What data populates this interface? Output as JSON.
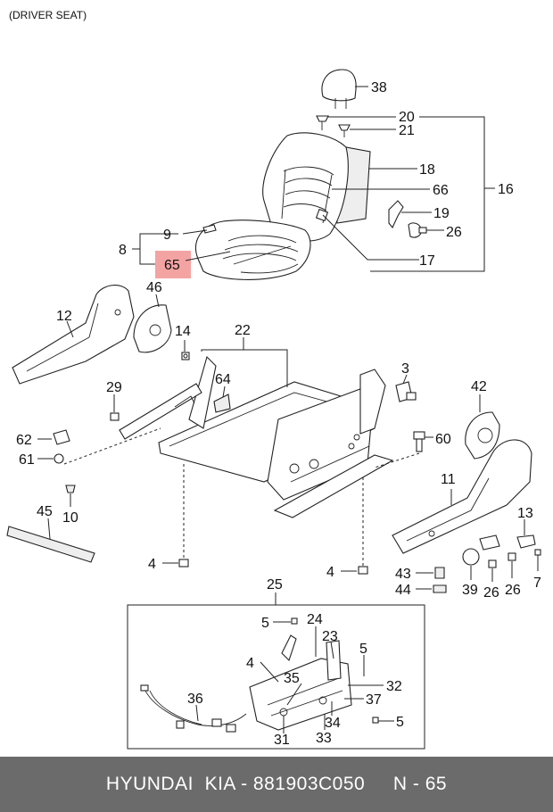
{
  "diagram": {
    "title": "(DRIVER SEAT)",
    "callouts": {
      "c38": "38",
      "c20": "20",
      "c21": "21",
      "c18": "18",
      "c66": "66",
      "c16": "16",
      "c19": "19",
      "c26a": "26",
      "c17": "17",
      "c9": "9",
      "c8": "8",
      "c65": "65",
      "c46": "46",
      "c12": "12",
      "c14": "14",
      "c22": "22",
      "c64": "64",
      "c29": "29",
      "c3": "3",
      "c42": "42",
      "c62": "62",
      "c61": "61",
      "c60": "60",
      "c11": "11",
      "c45": "45",
      "c10": "10",
      "c13": "13",
      "c4a": "4",
      "c4b": "4",
      "c43": "43",
      "c44": "44",
      "c39": "39",
      "c26b": "26",
      "c26c": "26",
      "c7": "7",
      "c25": "25",
      "c5a": "5",
      "c24": "24",
      "c23": "23",
      "c5b": "5",
      "c4c": "4",
      "c35": "35",
      "c32": "32",
      "c36": "36",
      "c37": "37",
      "c34": "34",
      "c5c": "5",
      "c31": "31",
      "c33": "33"
    },
    "highlight_color": "#f4a3a3"
  },
  "footer": {
    "text": "HYUNDAI  KIA - 881903C050     N - 65"
  }
}
